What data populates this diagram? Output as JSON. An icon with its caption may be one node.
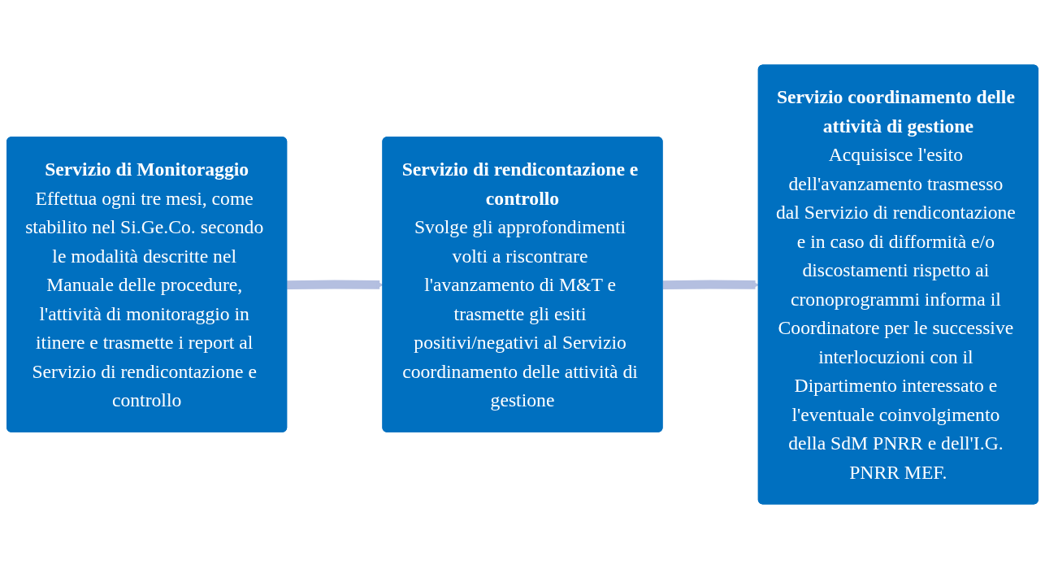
{
  "diagram": {
    "nodes": [
      {
        "text": [
          "Servizio di Monitoraggio",
          "Effettua ogni tre mesi, come stabilito nel Si.Ge.Co. secondo le modalità descritte nel Manuale delle procedure, l'attività di monitoraggio in itinere e trasmette i report al Servizio di rendicontazione e controllo"
        ]
      },
      {
        "text": [
          "Servizio di rendicontazione e controllo",
          "Svolge gli approfondimenti volti a riscontrare l'avanzamento di M&T e trasmette gli esiti positivi/negativi al Servizio coordinamento delle attività di gestione"
        ]
      },
      {
        "text": [
          "Servizio coordinamento delle attività di gestione",
          "Acquisisce l'esito dell'avanzamento trasmesso dal Servizio di rendicontazione e in caso di difformità e/o discostamenti rispetto ai cronoprogrammi informa il Coordinatore per le successive interlocuzioni con il Dipartimento interessato e l'eventuale coinvolgimento della SdM PNRR e dell'I.G. PNRR MEF."
        ]
      }
    ],
    "edges": [
      {
        "from": 0,
        "to": 1,
        "arrow": "to"
      },
      {
        "from": 1,
        "to": 2,
        "arrow": "to"
      }
    ]
  }
}
